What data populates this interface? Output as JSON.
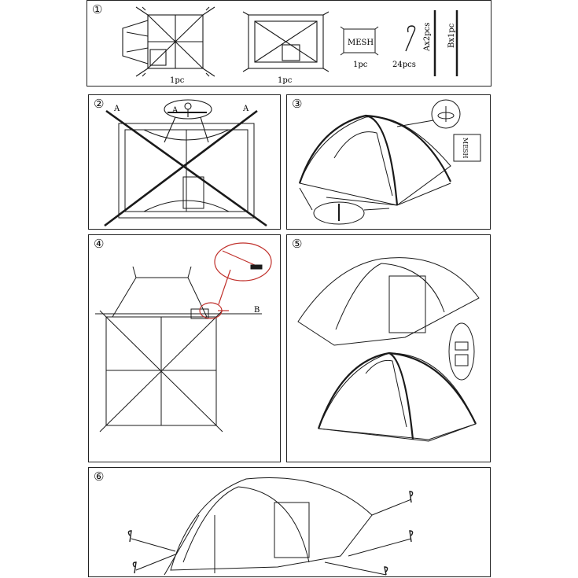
{
  "steps": {
    "s1": "①",
    "s2": "②",
    "s3": "③",
    "s4": "④",
    "s5": "⑤",
    "s6": "⑥"
  },
  "parts": {
    "tent_qty": "1pc",
    "fly_qty": "1pc",
    "mesh_label": "MESH",
    "mesh_qty": "1pc",
    "pegs_qty": "24pcs",
    "pole_a": "Ax2pcs",
    "pole_b": "Bx1pc"
  },
  "markers": {
    "a_left": "A",
    "a_mid": "A",
    "a_right": "A",
    "b_label": "B",
    "mesh_panel3": "MESH"
  },
  "colors": {
    "line": "#1a1a1a",
    "highlight": "#c0302b"
  }
}
